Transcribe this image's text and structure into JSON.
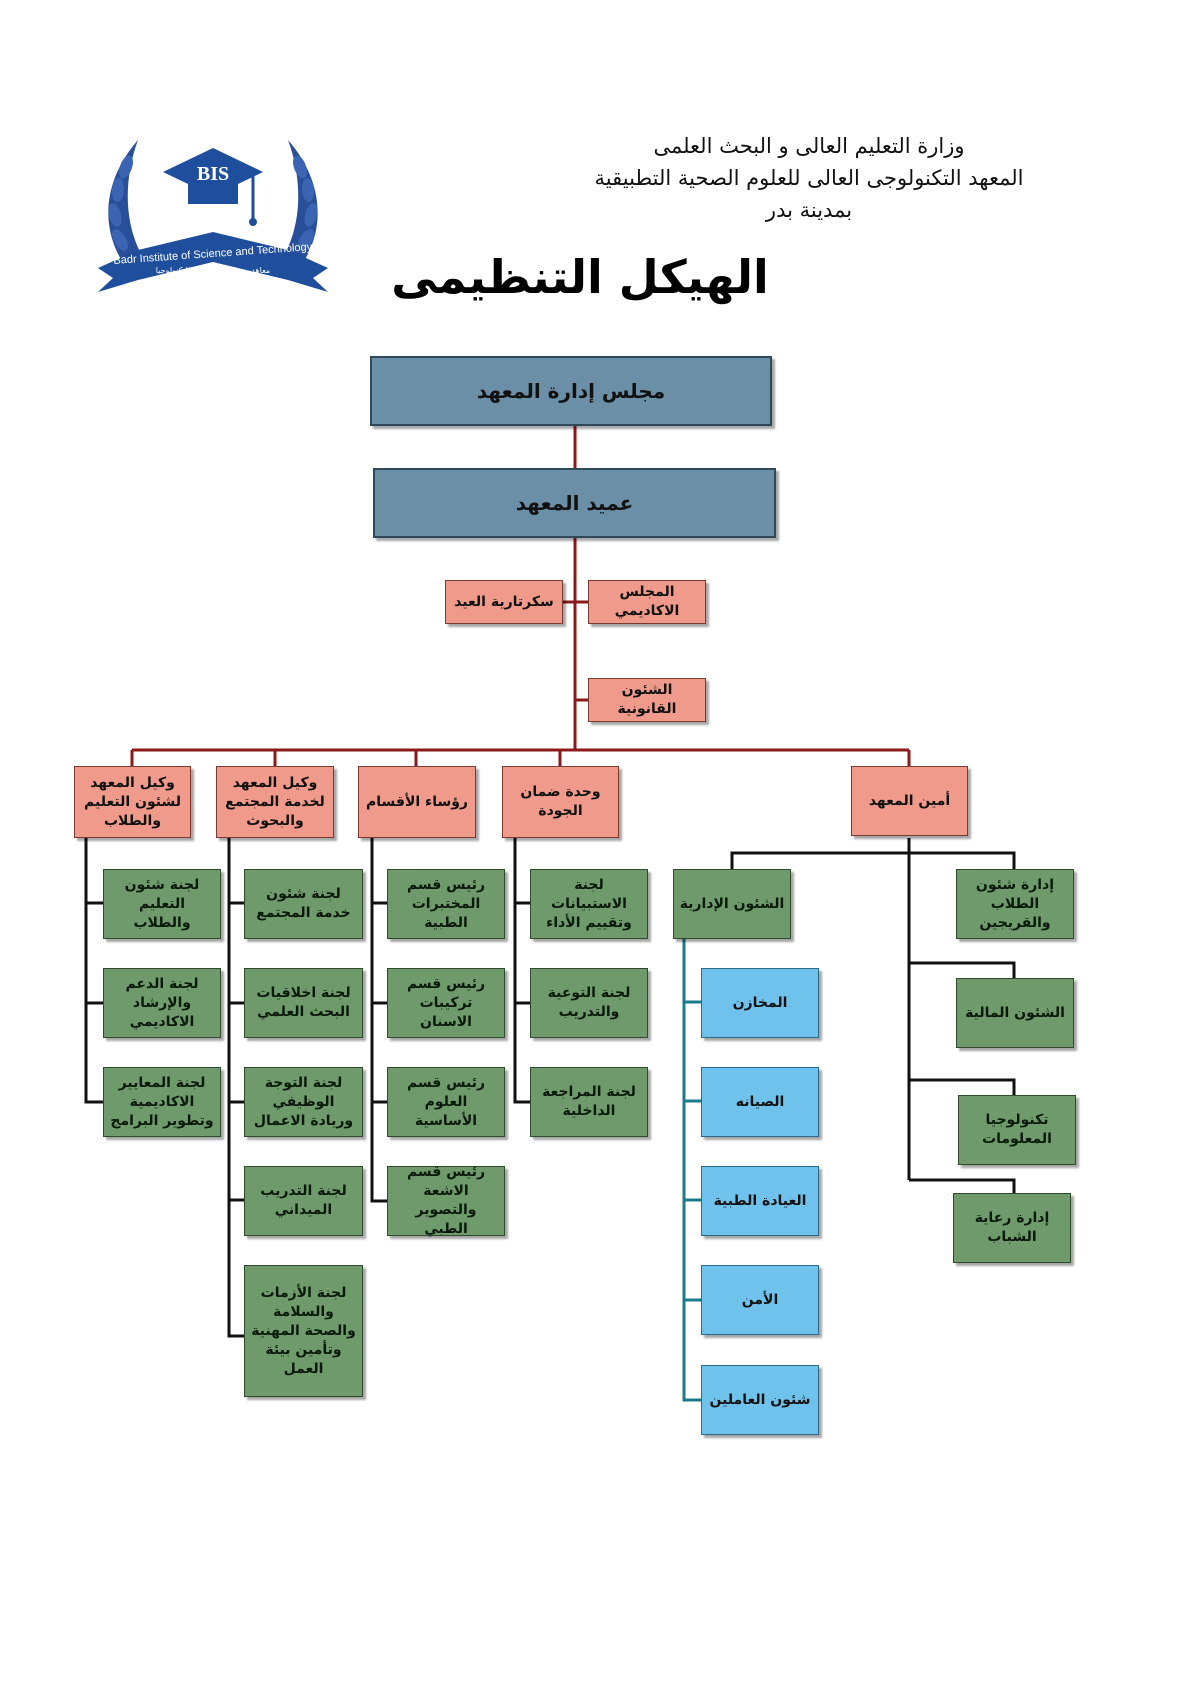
{
  "header": {
    "line1": "وزارة التعليم العالى و البحث العلمى",
    "line2": "المعهد التكنولوجى العالى للعلوم الصحية التطبيقية",
    "line3": "بمدينة بدر",
    "title": "الهيكل التنظيمى"
  },
  "logo": {
    "abbr": "BIS",
    "english": "Badr Institute of Science and Technology",
    "arabic": "معاهد بدر العليا للعلوم والتكنولوجيا",
    "icon": "graduation-cap-laurel-icon",
    "color": "#1f4e9c"
  },
  "colors": {
    "top": "#6a8fa6",
    "red": "#ef9a8a",
    "green": "#6f9a6c",
    "light_blue": "#6fc2ec",
    "connector": "#8b1a1a",
    "connector_dark": "#111111",
    "connector_teal": "#1a7a8a"
  },
  "chart": {
    "board": "مجلس إدارة المعهد",
    "dean": "عميد المعهد",
    "academic_council": "المجلس الاكاديمي",
    "dean_secretariat": "سكرتارية العيد",
    "legal_affairs": "الشئون القانونية",
    "secretary_general": "أمين المعهد",
    "quality_unit": "وحدة ضمان الجودة",
    "department_heads": "رؤساء الأقسام",
    "vd_community": "وكيل المعهد لخدمة المجتمع والبحوث",
    "vd_education": "وكيل المعهد لشئون التعليم والطلاب",
    "student_affairs_admin": "إدارة شئون الطلاب والقريجين",
    "financial_affairs": "الشئون المالية",
    "it": "تكنولوجيا المعلومات",
    "youth_care": "إدارة رعاية الشباب",
    "administrative_affairs": "الشئون الإدارية",
    "stores": "المخازن",
    "maintenance": "الصيانه",
    "clinic": "العيادة الطبية",
    "security": "الأمن",
    "staff_affairs": "شئون العاملين",
    "quality_committees": [
      "لجنة الاستبيانات وتقييم الأداء",
      "لجنة التوعية والتدريب",
      "لجنة المراجعة الداخلية"
    ],
    "department_heads_list": [
      "رئيس قسم المختبرات الطبية",
      "رئيس قسم تركيبات الاسنان",
      "رئيس قسم العلوم الأساسية",
      "رئيس قسم الاشعة والتصوير الطبي"
    ],
    "community_committees": [
      "لجنة شئون خدمة المجتمع",
      "لجنة اخلاقيات البحث العلمي",
      "لجنة التوجة الوظيفي وريادة الاعمال",
      "لجنة التدريب الميداني",
      "لجنة الأزمات والسلامة والصحة المهنية وتأمين بيئة العمل"
    ],
    "education_committees": [
      "لجنة شئون التعليم والطلاب",
      "لجنة الدعم والإرشاد الاكاديمي",
      "لجنة المعايير الاكاديمية وتطوير البرامج"
    ]
  }
}
